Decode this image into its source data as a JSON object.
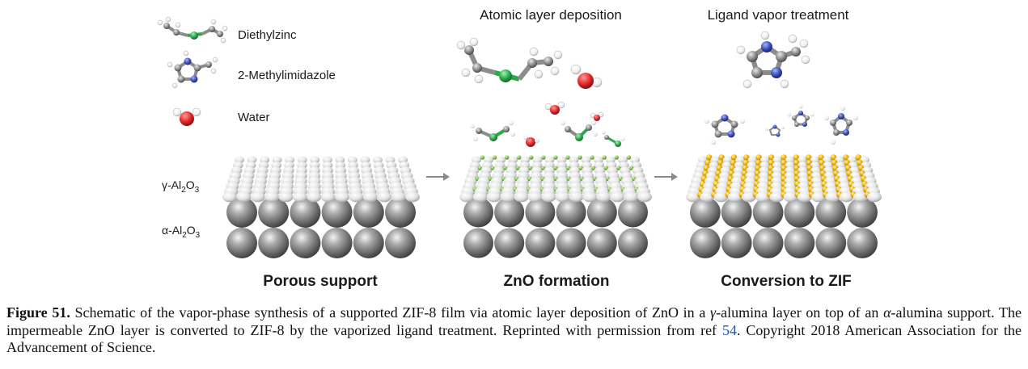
{
  "legend": [
    {
      "label": "Diethylzinc"
    },
    {
      "label": "2-Methylimidazole"
    },
    {
      "label": "Water"
    }
  ],
  "layers": {
    "gamma": {
      "prefix": "γ-Al",
      "sub1": "2",
      "mid": "O",
      "sub2": "3"
    },
    "alpha": {
      "prefix": "α-Al",
      "sub1": "2",
      "mid": "O",
      "sub2": "3"
    }
  },
  "steps": [
    {
      "top_label": "",
      "bottom_label": "Porous support"
    },
    {
      "top_label": "Atomic layer deposition",
      "bottom_label": "ZnO formation"
    },
    {
      "top_label": "Ligand vapor treatment",
      "bottom_label": "Conversion to ZIF"
    }
  ],
  "caption": {
    "figure_label": "Figure 51.",
    "text_before_alpha": " Schematic of the vapor-phase synthesis of a supported ZIF-8 film via atomic layer deposition of ZnO in a ",
    "gamma_symbol": "γ",
    "text_mid": "-alumina layer on top of an ",
    "alpha_symbol": "α",
    "text_after": "-alumina support. The impermeable ZnO layer is converted to ZIF-8 by the vaporized ligand treatment. Reprinted with permission from ref ",
    "ref": "54",
    "text_end": ". Copyright 2018 American Association for the Advancement of Science."
  },
  "colors": {
    "zinc": "#2aa84a",
    "oxygen": "#e0282a",
    "nitrogen": "#3a4fb8",
    "carbon": "#8c8c8c",
    "hydrogen": "#f2f2f2",
    "alumina_gamma": "#e6e6e6",
    "alumina_alpha": "#6b6b6b",
    "zif_gold": "#f0b400",
    "zno_green": "#7cc24a"
  }
}
